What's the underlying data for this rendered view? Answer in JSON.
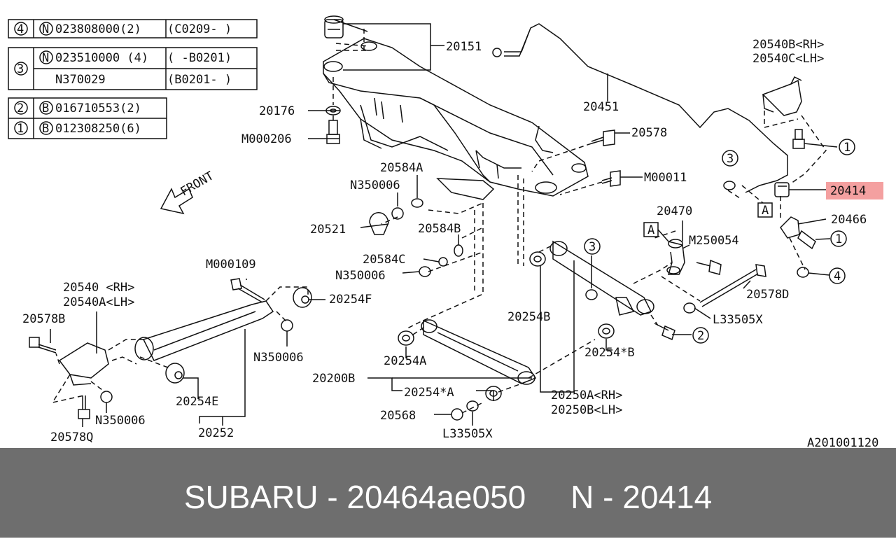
{
  "legend": {
    "row4": {
      "num": "4",
      "circle": "N",
      "code": "023808000(2)",
      "range": "(C0209-  )"
    },
    "row3a": {
      "num": "3",
      "circle": "N",
      "code": "023510000 (4)",
      "range": "(   -B0201)"
    },
    "row3b": {
      "code": "N370029",
      "range": "(B0201-  )"
    },
    "row2": {
      "num": "2",
      "circle": "B",
      "code": "016710553(2)"
    },
    "row1": {
      "num": "1",
      "circle": "B",
      "code": "012308250(6)"
    }
  },
  "front_label": "FRONT",
  "callouts": {
    "p20151": "20151",
    "p20176": "20176",
    "pM000206": "M000206",
    "p20451": "20451",
    "p20578": "20578",
    "pM00011": "M00011",
    "p20584A": "20584A",
    "pN350006a": "N350006",
    "p20521": "20521",
    "p20584B": "20584B",
    "p20584C": "20584C",
    "pN350006b": "N350006",
    "p20540B": "20540B<RH>",
    "p20540C": "20540C<LH>",
    "p20414": "20414",
    "p20466": "20466",
    "p20470": "20470",
    "pM250054": "M250054",
    "p20578D": "20578D",
    "pL33505Xa": "L33505X",
    "p20254B": "20254B",
    "p20254sB": "20254*B",
    "p20250A": "20250A<RH>",
    "p20250B": "20250B<LH>",
    "pM000109": "M000109",
    "p20540": "20540 <RH>",
    "p20540A": "20540A<LH>",
    "p20578B": "20578B",
    "p20254F": "20254F",
    "pN350006c": "N350006",
    "p20254A": "20254A",
    "p20200B": "20200B",
    "p20254sA": "20254*A",
    "p20568": "20568",
    "pL33505Xb": "L33505X",
    "p20254E": "20254E",
    "p20252": "20252",
    "pN350006d": "N350006",
    "p20578Q": "20578Q",
    "c1a": "1",
    "c1b": "1",
    "c2": "2",
    "c3a": "3",
    "c3b": "3",
    "c4": "4",
    "boxA1": "A",
    "boxA2": "A"
  },
  "diagram_code": "A201001120",
  "highlight": {
    "part": "20414",
    "color": "#f4a0a0"
  },
  "footer": {
    "text": "SUBARU - 20464ae050     N - 20414",
    "background": "#6e6e6e"
  }
}
